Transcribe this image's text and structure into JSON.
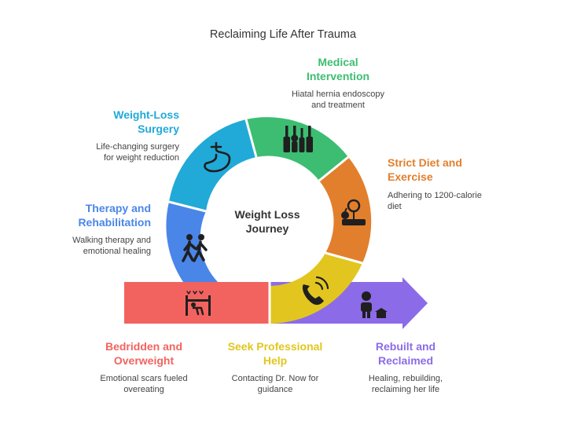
{
  "title": "Reclaiming Life After Trauma",
  "center": {
    "line1": "Weight Loss",
    "line2": "Journey"
  },
  "stages": {
    "medical": {
      "title1": "Medical",
      "title2": "Intervention",
      "desc1": "Hiatal hernia endoscopy",
      "desc2": "and treatment",
      "color": "#3dbd72",
      "icon": "medical-tools-icon"
    },
    "diet": {
      "title1": "Strict Diet and",
      "title2": "Exercise",
      "desc1": "Adhering to 1200-calorie",
      "desc2": "diet",
      "color": "#e27f2d",
      "icon": "scale-apple-icon"
    },
    "surgery": {
      "title1": "Weight-Loss",
      "title2": "Surgery",
      "desc1": "Life-changing surgery",
      "desc2": "for weight reduction",
      "color": "#21a9d8",
      "icon": "stomach-icon"
    },
    "therapy": {
      "title1": "Therapy and",
      "title2": "Rehabilitation",
      "desc1": "Walking therapy and",
      "desc2": "emotional healing",
      "color": "#4a86e8",
      "icon": "walking-people-icon"
    },
    "bedridden": {
      "title1": "Bedridden and",
      "title2": "Overweight",
      "desc1": "Emotional scars fueled",
      "desc2": "overeating",
      "color": "#f2635f",
      "icon": "bed-icon"
    },
    "help": {
      "title1": "Seek Professional",
      "title2": "Help",
      "desc1": "Contacting Dr. Now for",
      "desc2": "guidance",
      "color": "#e2c61f",
      "icon": "phone-icon"
    },
    "rebuilt": {
      "title1": "Rebuilt and",
      "title2": "Reclaimed",
      "desc1": "Healing, rebuilding,",
      "desc2": "reclaiming her life",
      "color": "#8c6be8",
      "icon": "person-house-icon"
    }
  }
}
